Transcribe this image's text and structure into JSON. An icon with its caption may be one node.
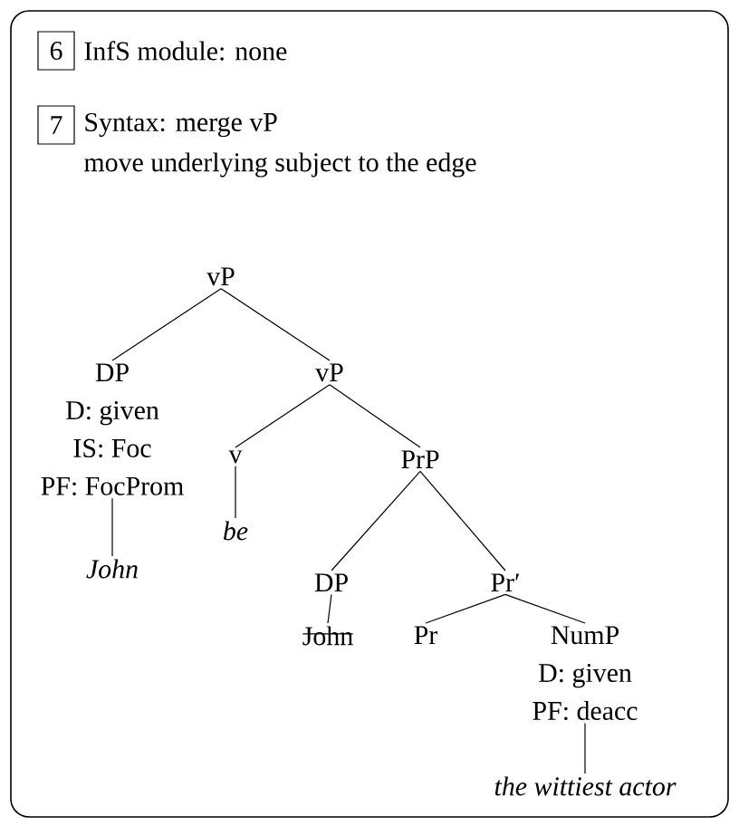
{
  "diagram": {
    "nodes": [
      {
        "text": [
          "6"
        ],
        "beside": [
          "InfS module: none"
        ]
      },
      {
        "text": [
          "7"
        ],
        "beside": [
          "Syntax: merge vP",
          "move underlying subject to the edge"
        ]
      },
      {
        "text": [
          "vP"
        ]
      },
      {
        "text": [
          "DP",
          "D: given",
          "IS: Foc",
          "PF: FocProm"
        ]
      },
      {
        "text": [
          "vP"
        ]
      },
      {
        "text": [
          "John"
        ]
      },
      {
        "text": [
          "v"
        ]
      },
      {
        "text": [
          "PrP"
        ]
      },
      {
        "text": [
          "be"
        ]
      },
      {
        "text": [
          "DP"
        ]
      },
      {
        "text": [
          "Pr′"
        ]
      },
      {
        "text": [
          "John"
        ]
      },
      {
        "text": [
          "Pr"
        ]
      },
      {
        "text": [
          "NumP",
          "D: given",
          "PF: deacc"
        ]
      },
      {
        "text": [
          "the wittiest actor"
        ]
      }
    ],
    "edges": [
      {
        "from": 2,
        "to": 3,
        "arrow": "none"
      },
      {
        "from": 2,
        "to": 4,
        "arrow": "none"
      },
      {
        "from": 3,
        "to": 5,
        "arrow": "none"
      },
      {
        "from": 4,
        "to": 6,
        "arrow": "none"
      },
      {
        "from": 4,
        "to": 7,
        "arrow": "none"
      },
      {
        "from": 6,
        "to": 8,
        "arrow": "none"
      },
      {
        "from": 7,
        "to": 9,
        "arrow": "none"
      },
      {
        "from": 7,
        "to": 10,
        "arrow": "none"
      },
      {
        "from": 9,
        "to": 11,
        "arrow": "none"
      },
      {
        "from": 10,
        "to": 12,
        "arrow": "none"
      },
      {
        "from": 10,
        "to": 13,
        "arrow": "none"
      },
      {
        "from": 13,
        "to": 14,
        "arrow": "none"
      }
    ]
  }
}
